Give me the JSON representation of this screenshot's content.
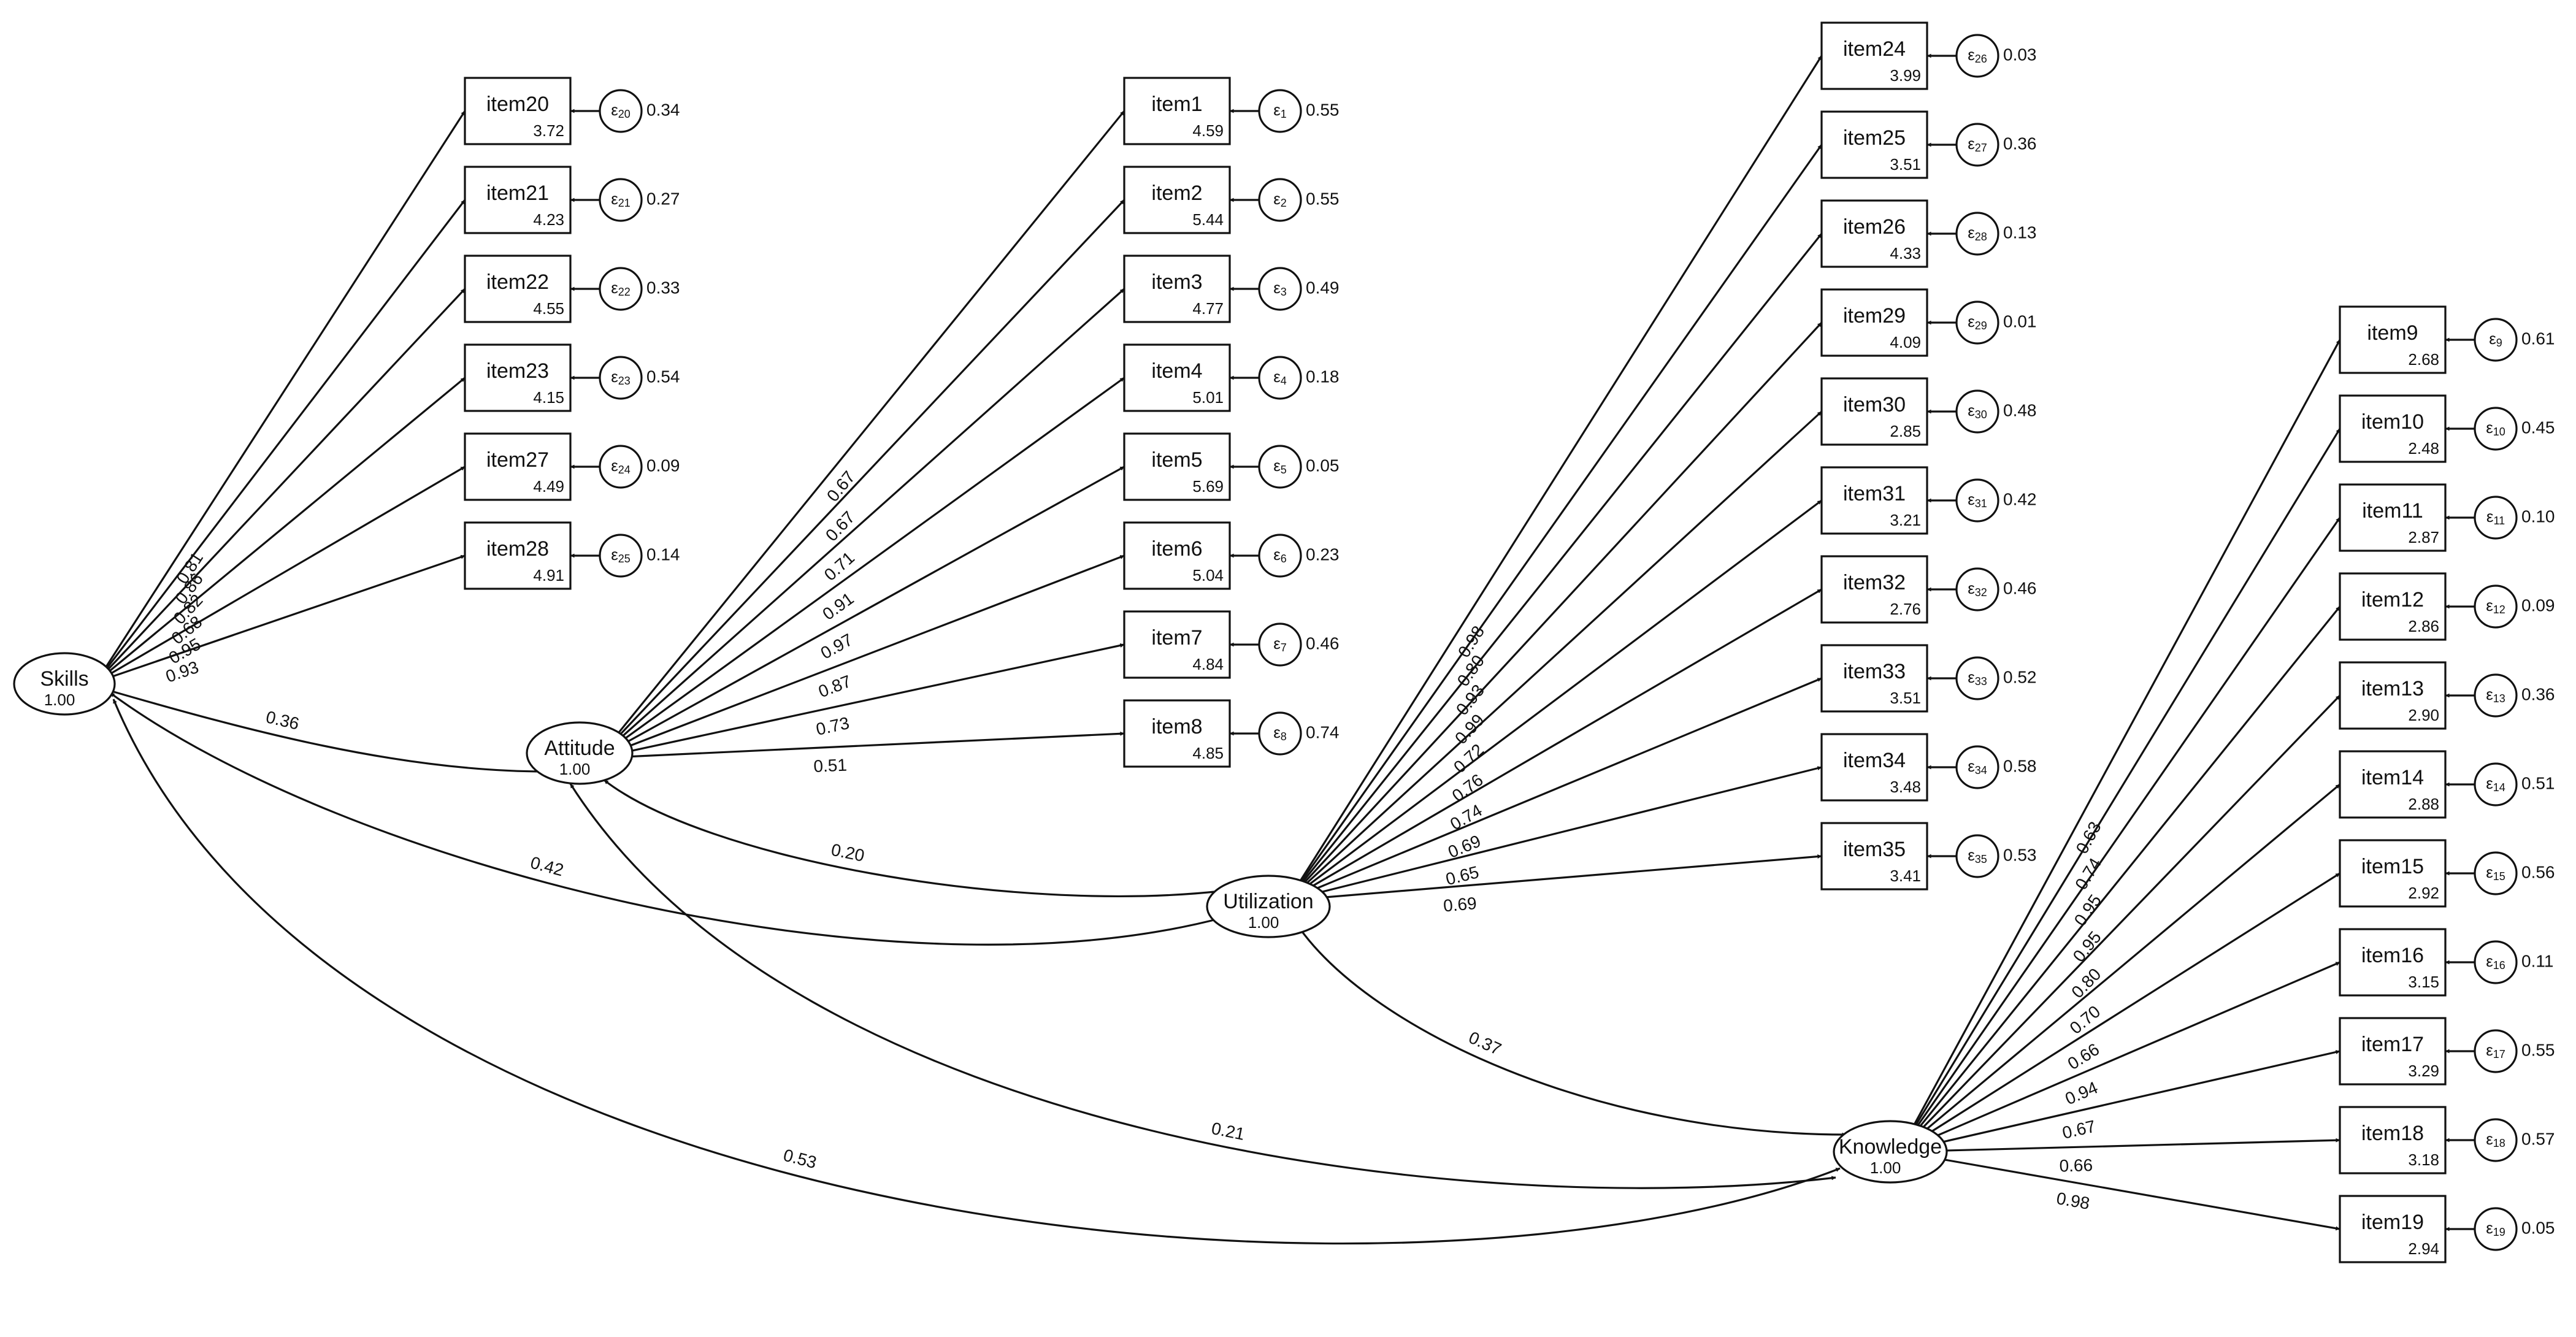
{
  "colors": {
    "ink": "#111111",
    "background": "#ffffff"
  },
  "latents": [
    {
      "id": "skills",
      "name": "Skills",
      "variance": "1.00"
    },
    {
      "id": "attitude",
      "name": "Attitude",
      "variance": "1.00"
    },
    {
      "id": "utilization",
      "name": "Utilization",
      "variance": "1.00"
    },
    {
      "id": "knowledge",
      "name": "Knowledge",
      "variance": "1.00"
    }
  ],
  "groups": [
    {
      "factor": "skills",
      "items": [
        {
          "name": "item20",
          "mean": "3.72",
          "loading": "0.81",
          "error_index": "20",
          "error_variance": "0.34"
        },
        {
          "name": "item21",
          "mean": "4.23",
          "loading": "0.86",
          "error_index": "21",
          "error_variance": "0.27"
        },
        {
          "name": "item22",
          "mean": "4.55",
          "loading": "0.82",
          "error_index": "22",
          "error_variance": "0.33"
        },
        {
          "name": "item23",
          "mean": "4.15",
          "loading": "0.68",
          "error_index": "23",
          "error_variance": "0.54"
        },
        {
          "name": "item27",
          "mean": "4.49",
          "loading": "0.95",
          "error_index": "24",
          "error_variance": "0.09"
        },
        {
          "name": "item28",
          "mean": "4.91",
          "loading": "0.93",
          "error_index": "25",
          "error_variance": "0.14"
        }
      ]
    },
    {
      "factor": "attitude",
      "items": [
        {
          "name": "item1",
          "mean": "4.59",
          "loading": "0.67",
          "error_index": "1",
          "error_variance": "0.55"
        },
        {
          "name": "item2",
          "mean": "5.44",
          "loading": "0.67",
          "error_index": "2",
          "error_variance": "0.55"
        },
        {
          "name": "item3",
          "mean": "4.77",
          "loading": "0.71",
          "error_index": "3",
          "error_variance": "0.49"
        },
        {
          "name": "item4",
          "mean": "5.01",
          "loading": "0.91",
          "error_index": "4",
          "error_variance": "0.18"
        },
        {
          "name": "item5",
          "mean": "5.69",
          "loading": "0.97",
          "error_index": "5",
          "error_variance": "0.05"
        },
        {
          "name": "item6",
          "mean": "5.04",
          "loading": "0.87",
          "error_index": "6",
          "error_variance": "0.23"
        },
        {
          "name": "item7",
          "mean": "4.84",
          "loading": "0.73",
          "error_index": "7",
          "error_variance": "0.46"
        },
        {
          "name": "item8",
          "mean": "4.85",
          "loading": "0.51",
          "error_index": "8",
          "error_variance": "0.74"
        }
      ]
    },
    {
      "factor": "utilization",
      "items": [
        {
          "name": "item24",
          "mean": "3.99",
          "loading": "0.98",
          "error_index": "26",
          "error_variance": "0.03"
        },
        {
          "name": "item25",
          "mean": "3.51",
          "loading": "0.80",
          "error_index": "27",
          "error_variance": "0.36"
        },
        {
          "name": "item26",
          "mean": "4.33",
          "loading": "0.93",
          "error_index": "28",
          "error_variance": "0.13"
        },
        {
          "name": "item29",
          "mean": "4.09",
          "loading": "0.99",
          "error_index": "29",
          "error_variance": "0.01"
        },
        {
          "name": "item30",
          "mean": "2.85",
          "loading": "0.72",
          "error_index": "30",
          "error_variance": "0.48"
        },
        {
          "name": "item31",
          "mean": "3.21",
          "loading": "0.76",
          "error_index": "31",
          "error_variance": "0.42"
        },
        {
          "name": "item32",
          "mean": "2.76",
          "loading": "0.74",
          "error_index": "32",
          "error_variance": "0.46"
        },
        {
          "name": "item33",
          "mean": "3.51",
          "loading": "0.69",
          "error_index": "33",
          "error_variance": "0.52"
        },
        {
          "name": "item34",
          "mean": "3.48",
          "loading": "0.65",
          "error_index": "34",
          "error_variance": "0.58"
        },
        {
          "name": "item35",
          "mean": "3.41",
          "loading": "0.69",
          "error_index": "35",
          "error_variance": "0.53"
        }
      ]
    },
    {
      "factor": "knowledge",
      "items": [
        {
          "name": "item9",
          "mean": "2.68",
          "loading": "0.63",
          "error_index": "9",
          "error_variance": "0.61"
        },
        {
          "name": "item10",
          "mean": "2.48",
          "loading": "0.74",
          "error_index": "10",
          "error_variance": "0.45"
        },
        {
          "name": "item11",
          "mean": "2.87",
          "loading": "0.95",
          "error_index": "11",
          "error_variance": "0.10"
        },
        {
          "name": "item12",
          "mean": "2.86",
          "loading": "0.95",
          "error_index": "12",
          "error_variance": "0.09"
        },
        {
          "name": "item13",
          "mean": "2.90",
          "loading": "0.80",
          "error_index": "13",
          "error_variance": "0.36"
        },
        {
          "name": "item14",
          "mean": "2.88",
          "loading": "0.70",
          "error_index": "14",
          "error_variance": "0.51"
        },
        {
          "name": "item15",
          "mean": "2.92",
          "loading": "0.66",
          "error_index": "15",
          "error_variance": "0.56"
        },
        {
          "name": "item16",
          "mean": "3.15",
          "loading": "0.94",
          "error_index": "16",
          "error_variance": "0.11"
        },
        {
          "name": "item17",
          "mean": "3.29",
          "loading": "0.67",
          "error_index": "17",
          "error_variance": "0.55"
        },
        {
          "name": "item18",
          "mean": "3.18",
          "loading": "0.66",
          "error_index": "18",
          "error_variance": "0.57"
        },
        {
          "name": "item19",
          "mean": "2.94",
          "loading": "0.98",
          "error_index": "19",
          "error_variance": "0.05"
        }
      ]
    }
  ],
  "covariances": [
    {
      "from": "skills",
      "to": "attitude",
      "value": "0.36"
    },
    {
      "from": "skills",
      "to": "utilization",
      "value": "0.42"
    },
    {
      "from": "skills",
      "to": "knowledge",
      "value": "0.53"
    },
    {
      "from": "attitude",
      "to": "utilization",
      "value": "0.20"
    },
    {
      "from": "attitude",
      "to": "knowledge",
      "value": "0.21"
    },
    {
      "from": "utilization",
      "to": "knowledge",
      "value": "0.37"
    }
  ],
  "error_symbol": "ε"
}
